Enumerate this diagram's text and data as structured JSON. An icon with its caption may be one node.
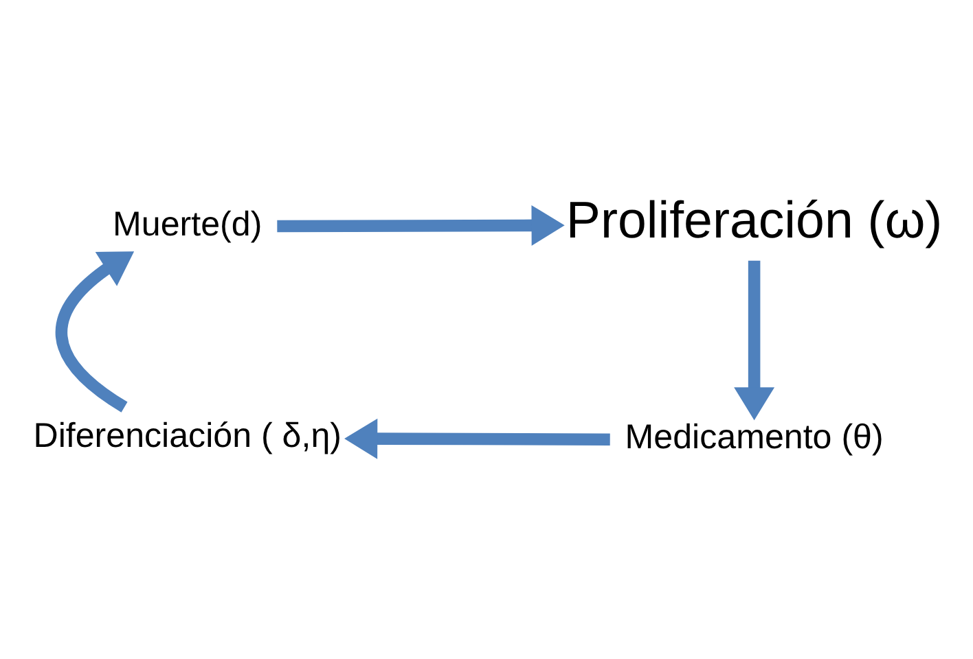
{
  "diagram": {
    "nodes": [
      {
        "text": [
          "Muerte(d)"
        ]
      },
      {
        "text": [
          "Proliferación (ω)"
        ]
      },
      {
        "text": [
          "Medicamento (θ)"
        ]
      },
      {
        "text": [
          "Diferenciación ( δ,η)"
        ]
      }
    ],
    "edges": [
      {
        "from": 0,
        "to": 1,
        "arrow": "to"
      },
      {
        "from": 1,
        "to": 2,
        "arrow": "to"
      },
      {
        "from": 2,
        "to": 3,
        "arrow": "to"
      },
      {
        "from": 3,
        "to": 0,
        "arrow": "to"
      }
    ]
  }
}
